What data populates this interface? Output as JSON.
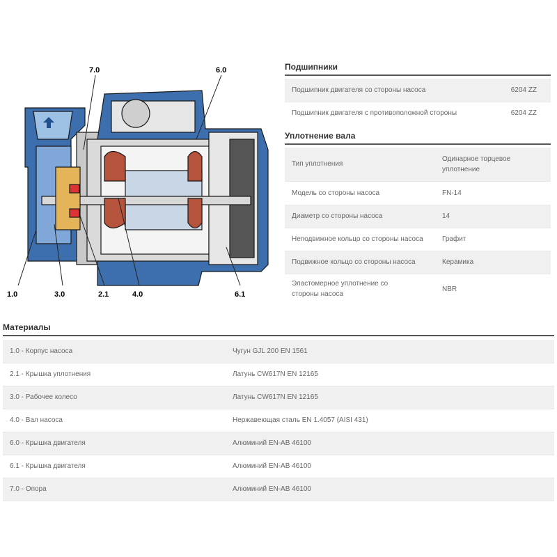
{
  "diagram": {
    "labels": [
      "1.0",
      "3.0",
      "2.1",
      "4.0",
      "6.1",
      "7.0",
      "6.0"
    ]
  },
  "bearings": {
    "title": "Подшипники",
    "rows": [
      {
        "k": "Подшипник двигателя со стороны насоса",
        "v": "6204 ZZ"
      },
      {
        "k": "Подшипник двигателя с противоположной стороны",
        "v": "6204 ZZ"
      }
    ]
  },
  "seal": {
    "title": "Уплотнение вала",
    "rows": [
      {
        "k": "Тип уплотнения",
        "v": "Одинарное торцевое уплотнение"
      },
      {
        "k": "Модель со стороны насоса",
        "v": "FN-14"
      },
      {
        "k": "Диаметр со стороны насоса",
        "v": "14"
      },
      {
        "k": "Неподвижное кольцо со стороны насоса",
        "v": "Графит"
      },
      {
        "k": "Подвижное кольцо со стороны насоса",
        "v": "Керамика"
      },
      {
        "k": "Эластомерное уплотнение со стороны насоса",
        "v": "NBR"
      }
    ]
  },
  "materials": {
    "title": "Материалы",
    "rows": [
      {
        "k": "1.0 - Корпус насоса",
        "v": "Чугун GJL 200 EN 1561"
      },
      {
        "k": "2.1 - Крышка уплотнения",
        "v": "Латунь CW617N EN 12165"
      },
      {
        "k": "3.0 - Рабочее колесо",
        "v": "Латунь CW617N EN 12165"
      },
      {
        "k": "4.0 - Вал насоса",
        "v": "Нержавеющая сталь EN 1.4057 (AISI 431)"
      },
      {
        "k": "6.0 - Крышка двигателя",
        "v": "Алюминий EN-AB 46100"
      },
      {
        "k": "6.1 - Крышка двигателя",
        "v": "Алюминий EN-AB 46100"
      },
      {
        "k": "7.0 - Опора",
        "v": "Алюминий EN-AB 46100"
      }
    ]
  }
}
